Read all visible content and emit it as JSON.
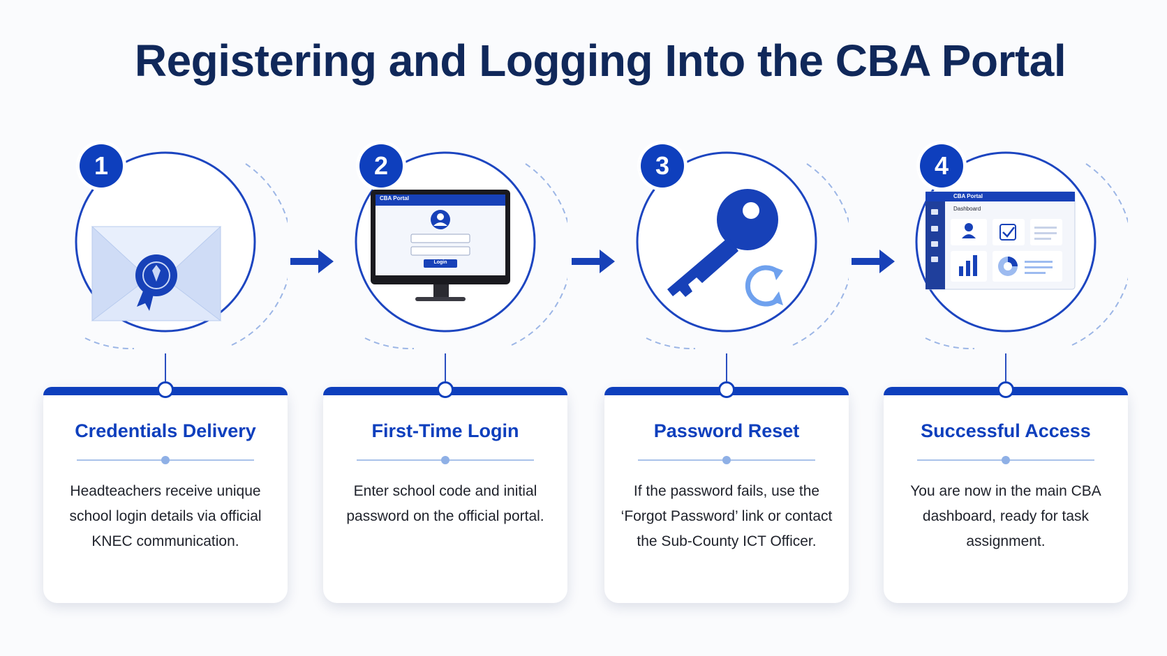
{
  "title": "Registering and Logging Into the CBA Portal",
  "colors": {
    "accent": "#0e3fbd",
    "title": "#10285a",
    "light_blue": "#a9c2ea",
    "background": "#fafbfd"
  },
  "steps": [
    {
      "number": "1",
      "title": "Credentials Delivery",
      "text": "Headteachers receive unique school login details via official KNEC communication.",
      "icon": "envelope-seal-icon"
    },
    {
      "number": "2",
      "title": "First-Time Login",
      "text": "Enter school code and initial password on the official portal.",
      "icon": "monitor-login-icon",
      "screen": {
        "header": "CBA Portal",
        "button": "Login"
      }
    },
    {
      "number": "3",
      "title": "Password Reset",
      "text": "If the password fails, use the ‘Forgot Password’ link or contact the Sub-County ICT Officer.",
      "icon": "key-reset-icon"
    },
    {
      "number": "4",
      "title": "Successful Access",
      "text": "You are now in the main CBA dashboard, ready for task assignment.",
      "icon": "dashboard-icon",
      "screen": {
        "header": "CBA Portal",
        "subheader": "Dashboard"
      }
    }
  ]
}
